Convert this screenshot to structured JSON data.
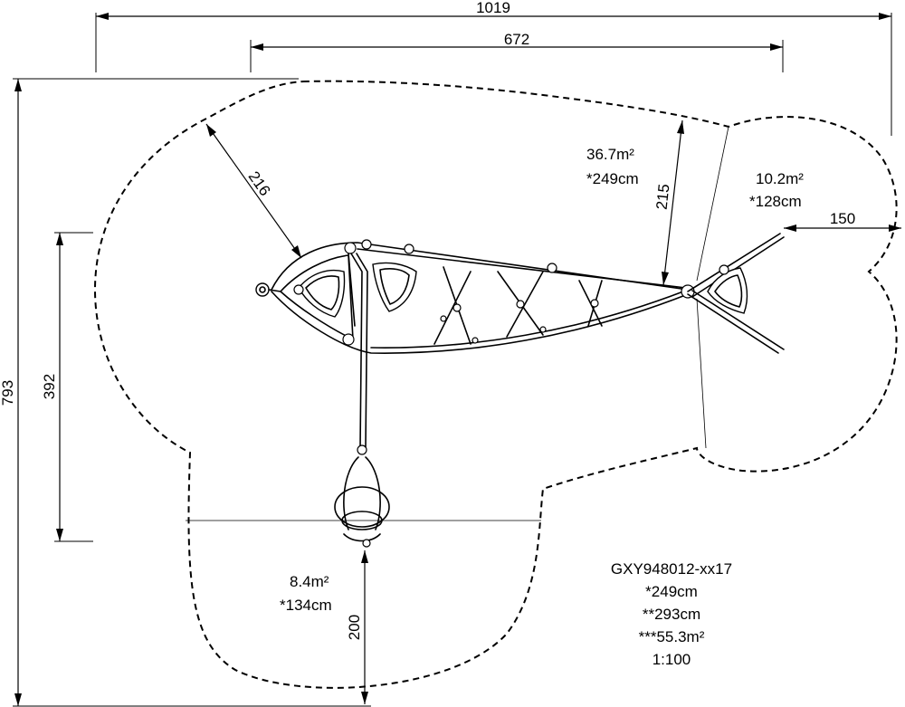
{
  "dimensions": {
    "total_width": "1019",
    "inner_width": "672",
    "total_height": "793",
    "left_height": "392",
    "diag_head": "216",
    "mid_vertical": "215",
    "tail_width": "150",
    "swing_vertical": "200"
  },
  "areas": {
    "main_area": "36.7m²",
    "main_fall_height": "*249cm",
    "tail_area": "10.2m²",
    "tail_fall_height": "*128cm",
    "swing_area": "8.4m²",
    "swing_fall_height": "*134cm"
  },
  "product": {
    "code": "GXY948012-xx17",
    "fall_height": "*249cm",
    "free_height": "**293cm",
    "total_area": "***55.3m²",
    "scale": "1:100"
  }
}
